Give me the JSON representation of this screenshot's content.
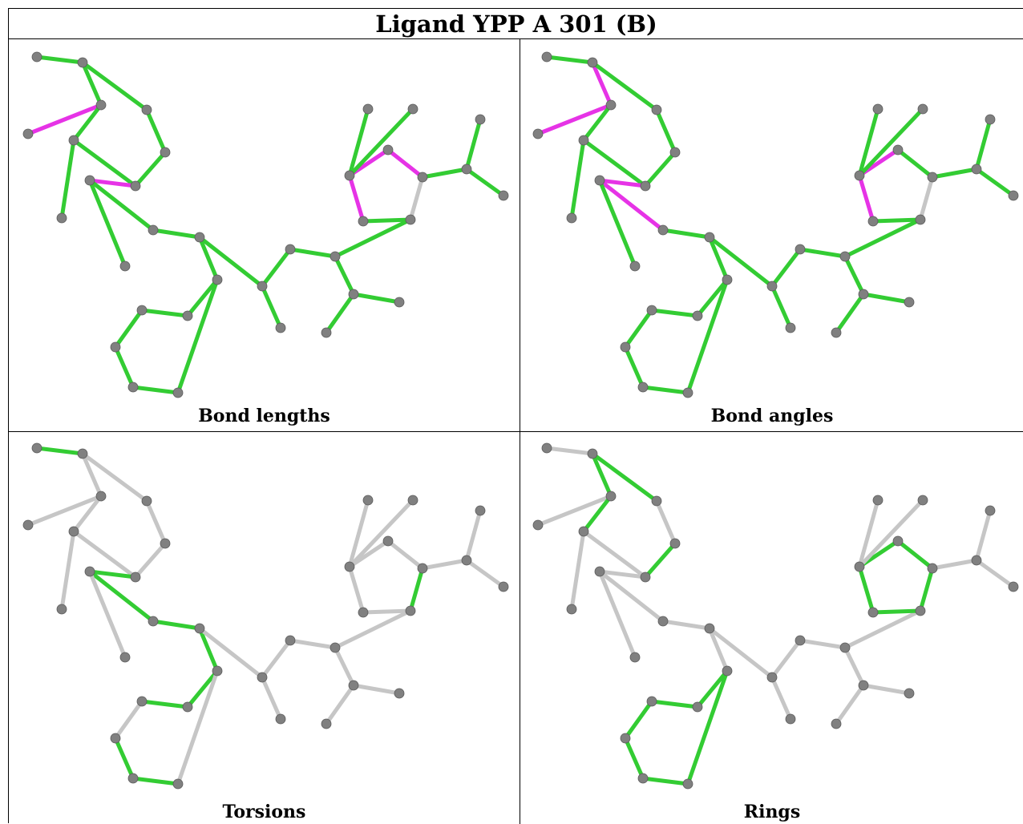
{
  "figure": {
    "title": "Ligand YPP A 301 (B)"
  },
  "colors": {
    "green": "#33cc33",
    "magenta": "#e633e6",
    "gray_bond": "#c6c6c6",
    "atom": "#808080"
  },
  "panels": [
    {
      "caption": "Bond lengths",
      "highlight": {
        "magenta": [
          "a3-a4",
          "a4-a5",
          "a8-a9",
          "a26-a27",
          "a28-a29"
        ],
        "gray": [
          "a25-a26",
          "a27-a30",
          "a29-a31"
        ]
      },
      "default_bond": "green"
    },
    {
      "caption": "Bond angles",
      "highlight": {
        "magenta": [
          "a3-a4",
          "a2-a3",
          "a8-a9",
          "a9-a10",
          "a9-a11",
          "a26-a27",
          "a27-a28"
        ],
        "gray": [
          "a29-a31"
        ]
      },
      "default_bond": "green"
    },
    {
      "caption": "Torsions",
      "highlight": {
        "green": [
          "a1-a2",
          "a8-a9",
          "a9-a11",
          "a11-a12",
          "a12-a13",
          "a13-a14",
          "a13-a16",
          "a14-a15",
          "a16-a17",
          "a17-a18",
          "a18-a19",
          "a18-a22",
          "a30-a31"
        ]
      },
      "default_bond": "gray"
    },
    {
      "caption": "Rings",
      "highlight": {
        "green": [
          "a2-a3",
          "a3-a5",
          "a5-a7",
          "a7-a8",
          "a8-a6",
          "a6-a2",
          "a13-a14",
          "a14-a15",
          "a15-a16",
          "a16-a17",
          "a17-a18",
          "a18-a13",
          "a26-a27",
          "a27-a28",
          "a28-a29",
          "a29-a30",
          "a30-a26"
        ]
      },
      "default_bond": "gray"
    }
  ]
}
